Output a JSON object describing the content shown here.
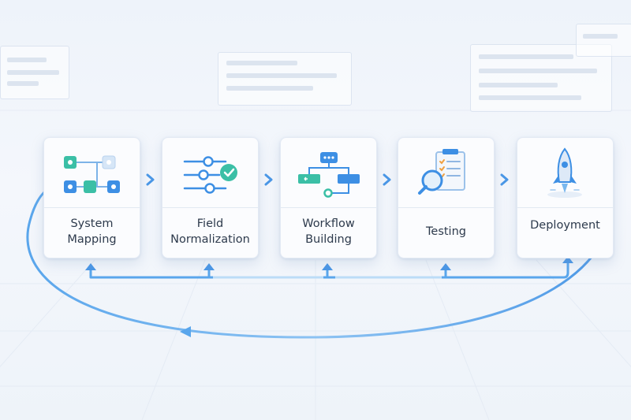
{
  "diagram": {
    "steps": [
      {
        "label": "System\nMapping",
        "icon": "system-mapping-icon"
      },
      {
        "label": "Field\nNormalization",
        "icon": "field-normalization-icon"
      },
      {
        "label": "Workflow\nBuilding",
        "icon": "workflow-building-icon"
      },
      {
        "label": "Testing",
        "icon": "testing-clipboard-icon"
      },
      {
        "label": "Deployment",
        "icon": "deployment-rocket-icon"
      }
    ],
    "colors": {
      "accent_blue": "#4a97e6",
      "teal": "#3bbfa6",
      "node_blue": "#3d8fe4",
      "label_text": "#2d3a4c"
    }
  }
}
